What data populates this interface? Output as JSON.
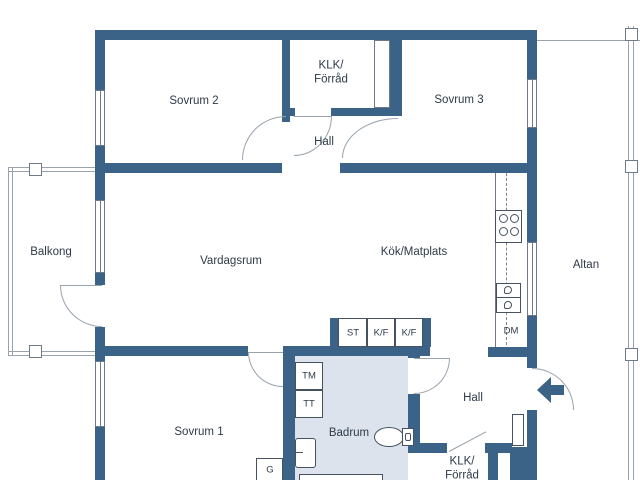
{
  "plan_title": "apartment-floor-plan",
  "colors": {
    "wall": "#3b6287",
    "bathroom_fill": "#dce3ed",
    "text": "#2e3a49",
    "fixture_line": "#46525f",
    "arc_line": "#98a2ac",
    "railing_line": "#9aa3ad"
  },
  "rooms": {
    "sovrum2": "Sovrum 2",
    "klk_top": "KLK/\nFörråd",
    "sovrum3": "Sovrum 3",
    "hall_top": "Hall",
    "balkong": "Balkong",
    "vardagsrum": "Vardagsrum",
    "kok": "Kök/Matplats",
    "altan": "Altan",
    "sovrum1": "Sovrum 1",
    "badrum": "Badrum",
    "hall_lower": "Hall",
    "klk_lower": "KLK/\nFörråd"
  },
  "appliances": {
    "st": "ST",
    "kf1": "K/F",
    "kf2": "K/F",
    "tm": "TM",
    "tt": "TT",
    "dm": "DM",
    "g": "G"
  }
}
